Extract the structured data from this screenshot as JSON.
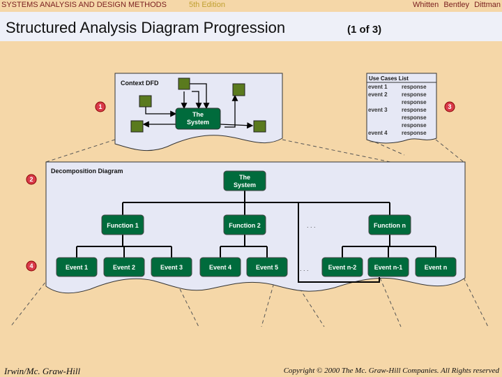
{
  "header": {
    "book_title": "SYSTEMS ANALYSIS AND DESIGN METHODS",
    "edition": "5th Edition",
    "authors": "Whitten Bentley Dittman"
  },
  "slide": {
    "title": "Structured Analysis Diagram Progression",
    "subtitle": "(1 of 3)"
  },
  "context_dfd": {
    "label": "Context DFD",
    "system_label": [
      "The",
      "System"
    ]
  },
  "use_cases": {
    "label": "Use Cases List",
    "rows": [
      {
        "event": "event 1",
        "responses": [
          "response"
        ]
      },
      {
        "event": "event 2",
        "responses": [
          "response",
          "response"
        ]
      },
      {
        "event": "event 3",
        "responses": [
          "response",
          "response",
          "response"
        ]
      },
      {
        "event": "event 4",
        "responses": [
          "response"
        ]
      }
    ],
    "ellipsis": "..."
  },
  "decomposition": {
    "label": "Decomposition Diagram",
    "root": [
      "The",
      "System"
    ],
    "functions": [
      "Function 1",
      "Function 2",
      "Function n"
    ],
    "events": [
      "Event 1",
      "Event 2",
      "Event 3",
      "Event 4",
      "Event 5",
      "Event n-2",
      "Event n-1",
      "Event n"
    ],
    "ellipsis": ". . ."
  },
  "steps": [
    "1",
    "2",
    "3",
    "4"
  ],
  "colors": {
    "background": "#f5d7a8",
    "node_fill": "#006b3c",
    "node_text": "#ffffff",
    "badge": "#d93a4a",
    "panel": "#e6e8f5",
    "entity": "#5a7a1e"
  },
  "footer": {
    "publisher": "Irwin/Mc. Graw-Hill",
    "copyright": "Copyright © 2000 The Mc. Graw-Hill Companies. All Rights reserved"
  }
}
